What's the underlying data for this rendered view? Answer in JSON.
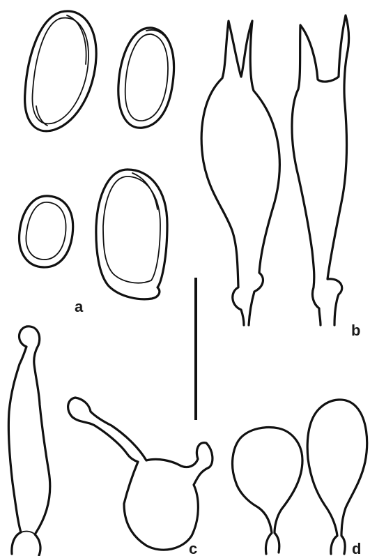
{
  "figure": {
    "panels": [
      {
        "id": "a",
        "label": "a",
        "content": "spores"
      },
      {
        "id": "b",
        "label": "b",
        "content": "basidia"
      },
      {
        "id": "c",
        "label": "c",
        "content": "cystidia"
      },
      {
        "id": "d",
        "label": "d",
        "content": "pileocystidia"
      }
    ],
    "scale_bar_label": "",
    "colors": {
      "background": "#ffffff",
      "ink": "#111111"
    }
  }
}
